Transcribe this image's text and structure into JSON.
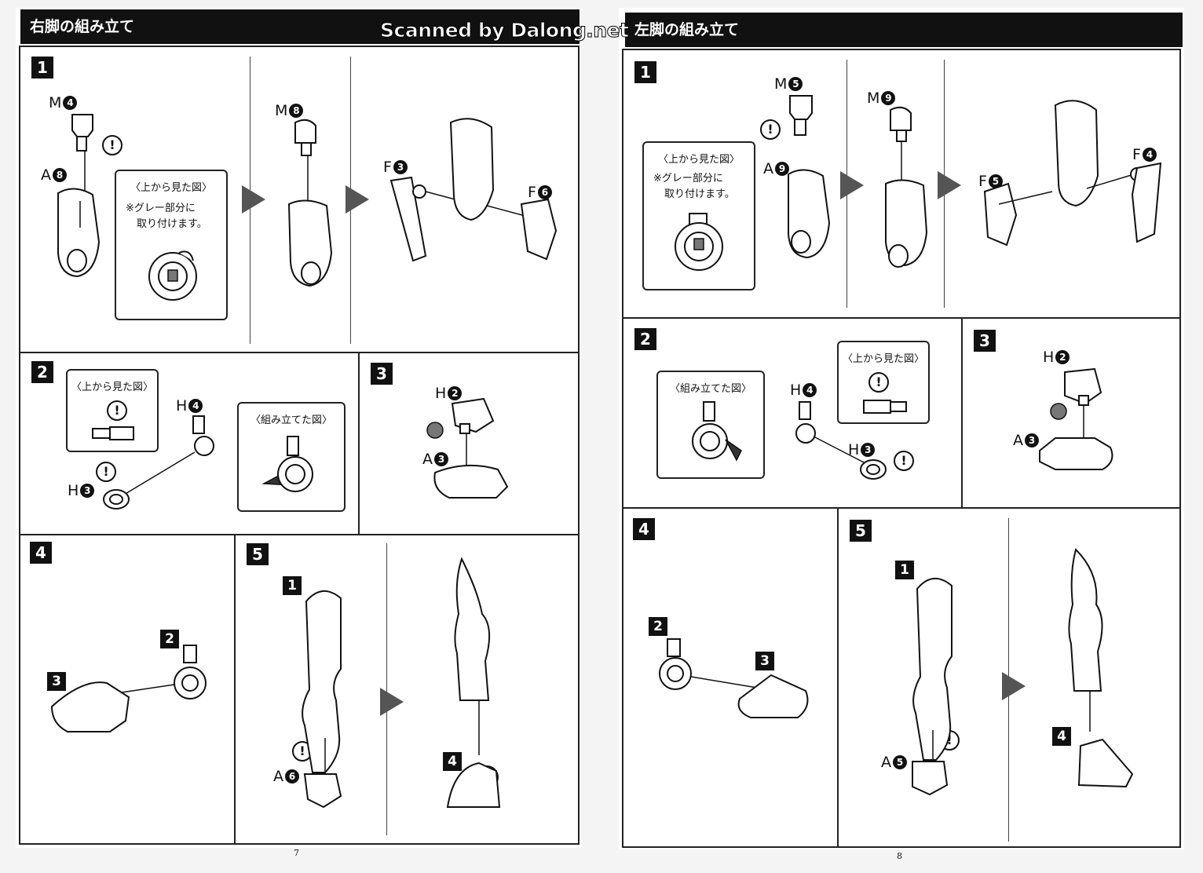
{
  "watermark": "Scanned by Dalong.net",
  "left": {
    "title": "右脚の組み立て",
    "page_number": "7",
    "steps": {
      "s1": {
        "num": "1",
        "labels": {
          "m4": {
            "l": "M",
            "n": "4"
          },
          "a8": {
            "l": "A",
            "n": "8"
          },
          "m8": {
            "l": "M",
            "n": "8"
          },
          "f3": {
            "l": "F",
            "n": "3"
          },
          "f6": {
            "l": "F",
            "n": "6"
          }
        },
        "callout": {
          "title": "〈上から見た図〉",
          "line1": "※グレー部分に",
          "line2": "取り付けます。"
        }
      },
      "s2": {
        "num": "2",
        "labels": {
          "h4": {
            "l": "H",
            "n": "4"
          },
          "h3": {
            "l": "H",
            "n": "3"
          }
        },
        "callout_top": "〈上から見た図〉",
        "callout_assembled": "〈組み立てた図〉"
      },
      "s3": {
        "num": "3",
        "labels": {
          "h2": {
            "l": "H",
            "n": "2"
          },
          "a3": {
            "l": "A",
            "n": "3"
          }
        }
      },
      "s4": {
        "num": "4",
        "sub2": "2",
        "sub3": "3"
      },
      "s5": {
        "num": "5",
        "sub1": "1",
        "sub4": "4",
        "labels": {
          "a6": {
            "l": "A",
            "n": "6"
          }
        }
      }
    }
  },
  "right": {
    "title": "左脚の組み立て",
    "page_number": "8",
    "steps": {
      "s1": {
        "num": "1",
        "labels": {
          "m5": {
            "l": "M",
            "n": "5"
          },
          "a9": {
            "l": "A",
            "n": "9"
          },
          "m9": {
            "l": "M",
            "n": "9"
          },
          "f4": {
            "l": "F",
            "n": "4"
          },
          "f5": {
            "l": "F",
            "n": "5"
          }
        },
        "callout": {
          "title": "〈上から見た図〉",
          "line1": "※グレー部分に",
          "line2": "取り付けます。"
        }
      },
      "s2": {
        "num": "2",
        "labels": {
          "h4": {
            "l": "H",
            "n": "4"
          },
          "h3": {
            "l": "H",
            "n": "3"
          }
        },
        "callout_top": "〈上から見た図〉",
        "callout_assembled": "〈組み立てた図〉"
      },
      "s3": {
        "num": "3",
        "labels": {
          "h2": {
            "l": "H",
            "n": "2"
          },
          "a3": {
            "l": "A",
            "n": "3"
          }
        }
      },
      "s4": {
        "num": "4",
        "sub2": "2",
        "sub3": "3"
      },
      "s5": {
        "num": "5",
        "sub1": "1",
        "sub4": "4",
        "labels": {
          "a5": {
            "l": "A",
            "n": "5"
          }
        }
      }
    }
  },
  "warning_symbol": "!"
}
